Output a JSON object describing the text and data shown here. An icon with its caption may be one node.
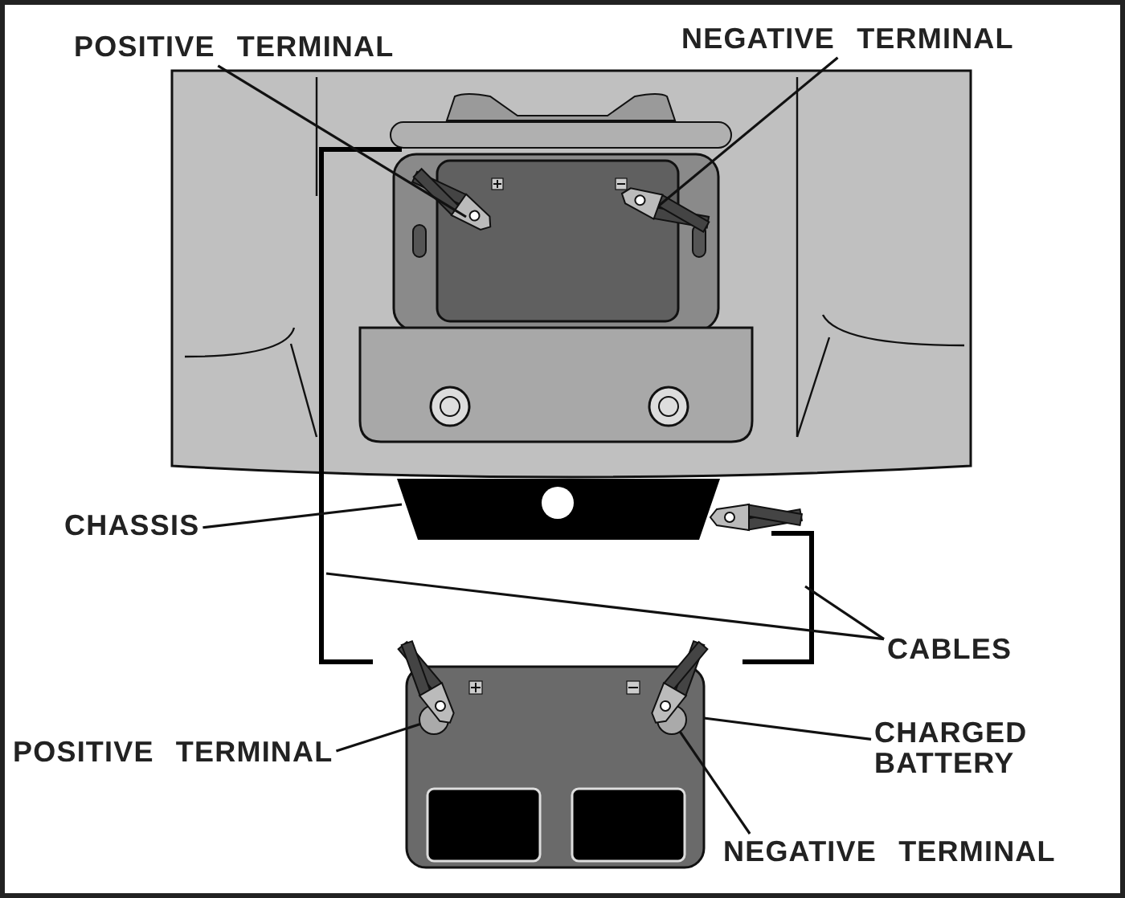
{
  "diagram": {
    "nodes": [
      {
        "text": [
          "POSITIVE TERMINAL"
        ]
      },
      {
        "text": [
          "NEGATIVE TERMINAL"
        ]
      },
      {
        "text": [
          "CHASSIS"
        ]
      },
      {
        "text": [
          "CABLES"
        ]
      },
      {
        "text": [
          "POSITIVE TERMINAL"
        ]
      },
      {
        "text": [
          "CHARGED BATTERY"
        ]
      },
      {
        "text": [
          "NEGATIVE TERMINAL"
        ]
      },
      {
        "text": [],
        "shape": "picture"
      },
      {
        "text": [],
        "shape": "circle",
        "in": 7
      },
      {
        "text": [],
        "shape": "circle",
        "in": 7
      }
    ],
    "edges": [
      {
        "from": 0,
        "to": null,
        "arrow": "none"
      },
      {
        "from": 1,
        "to": null,
        "arrow": "none"
      },
      {
        "from": 2,
        "to": null,
        "arrow": "none"
      },
      {
        "from": 3,
        "to": null,
        "arrow": "none"
      },
      {
        "from": 3,
        "to": null,
        "arrow": "none"
      },
      {
        "from": 4,
        "to": 8,
        "arrow": "none"
      },
      {
        "from": 5,
        "to": 7,
        "arrow": "none"
      },
      {
        "from": 6,
        "to": 9,
        "arrow": "none"
      }
    ]
  }
}
